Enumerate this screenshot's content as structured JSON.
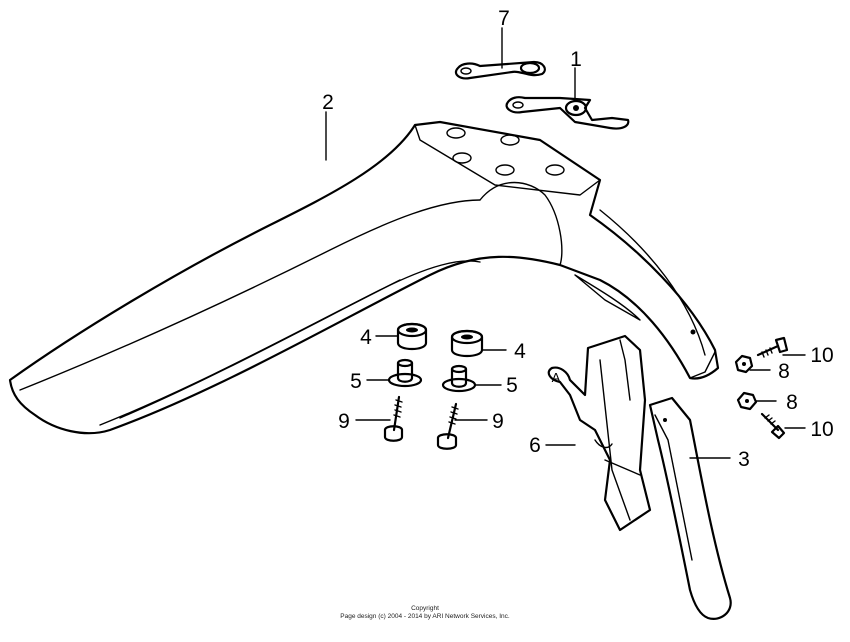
{
  "diagram": {
    "callouts": [
      {
        "id": "1",
        "text": "1"
      },
      {
        "id": "2",
        "text": "2"
      },
      {
        "id": "3",
        "text": "3"
      },
      {
        "id": "4a",
        "text": "4"
      },
      {
        "id": "4b",
        "text": "4"
      },
      {
        "id": "5a",
        "text": "5"
      },
      {
        "id": "5b",
        "text": "5"
      },
      {
        "id": "6",
        "text": "6"
      },
      {
        "id": "7",
        "text": "7"
      },
      {
        "id": "8a",
        "text": "8"
      },
      {
        "id": "8b",
        "text": "8"
      },
      {
        "id": "9a",
        "text": "9"
      },
      {
        "id": "9b",
        "text": "9"
      },
      {
        "id": "10a",
        "text": "10"
      },
      {
        "id": "10b",
        "text": "10"
      }
    ],
    "marker": "A"
  },
  "footer": {
    "line1": "Copyright",
    "line2": "Page design (c) 2004 - 2014 by ARI Network Services, Inc."
  }
}
